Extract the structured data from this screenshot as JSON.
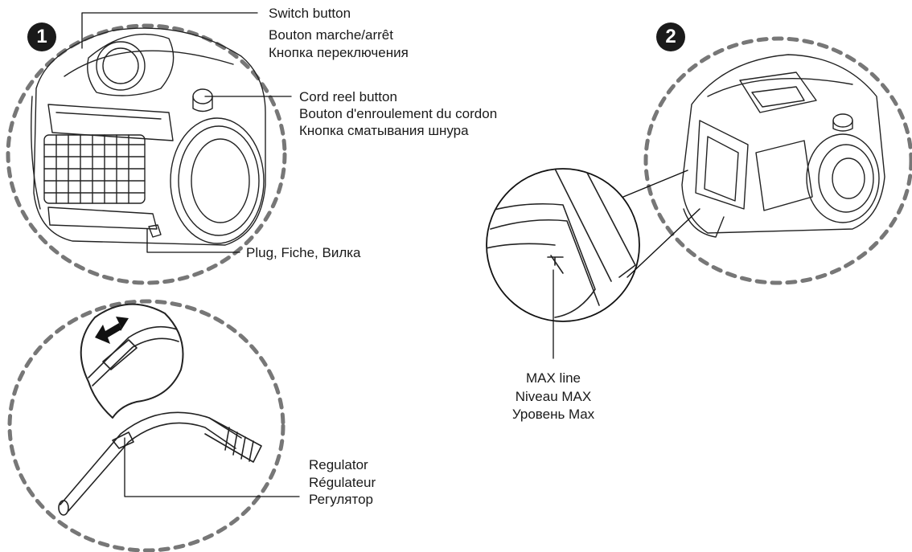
{
  "panel1": {
    "number": "1",
    "switch_button": [
      "Switch button",
      "Bouton marche/arrêt",
      "Кнопка переключения"
    ],
    "cord_reel_button": [
      "Cord reel button",
      "Bouton d'enroulement du cordon",
      "Кнопка сматывания шнура"
    ],
    "plug": "Plug, Fiche, Вилка"
  },
  "panel2": {
    "number": "2",
    "max_line": [
      "MAX line",
      "Niveau MAX",
      "Уровень Max"
    ]
  },
  "panel3": {
    "regulator": [
      "Regulator",
      "Régulateur",
      "Регулятор"
    ]
  }
}
